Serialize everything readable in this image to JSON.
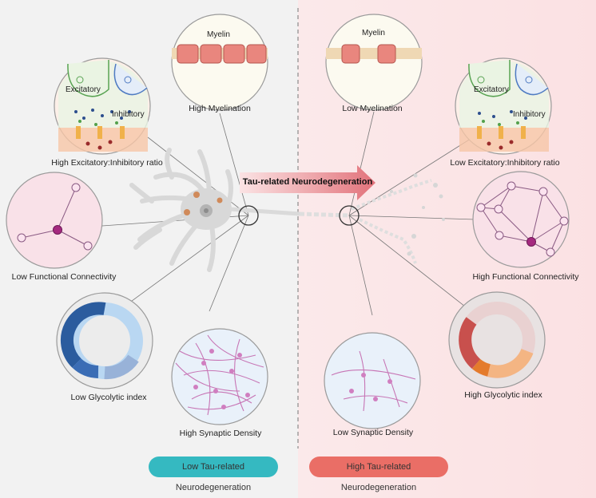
{
  "arrow_label": "Tau-related Neurodegeneration",
  "left": {
    "myelin_word": "Myelin",
    "myelination": "High Myelination",
    "excitatory_word": "Excitatory",
    "inhibitory_word": "Inhibitory",
    "ei_ratio": "High Excitatory:Inhibitory ratio",
    "connectivity": "Low Functional Connectivity",
    "glycolytic": "Low Glycolytic index",
    "synaptic": "High Synaptic Density"
  },
  "right": {
    "myelin_word": "Myelin",
    "myelination": "Low Myelination",
    "excitatory_word": "Excitatory",
    "inhibitory_word": "Inhibitory",
    "ei_ratio": "Low Excitatory:Inhibitory ratio",
    "connectivity": "High Functional Connectivity",
    "glycolytic": "High Glycolytic index",
    "synaptic": "Low Synaptic Density"
  },
  "legend": {
    "low": "Low Tau-related Neurodegeneration",
    "high": "High Tau-related Neurodegeneration"
  },
  "colors": {
    "low_pill": "#35b9c1",
    "high_pill": "#ea6e66",
    "arrow": "#e2727a",
    "node_hub": "#a5297f",
    "myelin_segment": "#e9867e"
  }
}
